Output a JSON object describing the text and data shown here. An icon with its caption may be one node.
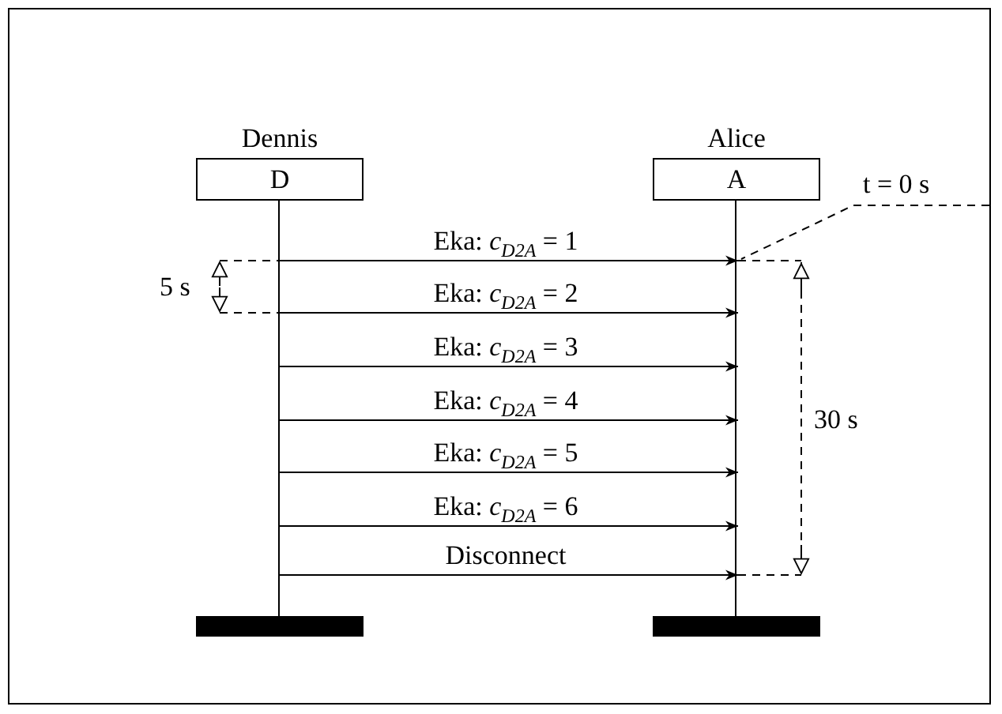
{
  "diagram": {
    "nodes": [
      {
        "text": [
          "Dennis",
          "D"
        ]
      },
      {
        "text": [
          "Alice",
          "A"
        ]
      },
      {
        "text": [
          "t = 0 s"
        ]
      }
    ],
    "edges": [
      {
        "from": 0,
        "to": 1,
        "arrow": "to",
        "label": "Eka: *c*$_{D2A}$ = 1"
      },
      {
        "from": 0,
        "to": 1,
        "arrow": "to",
        "label": "Eka: *c*$_{D2A}$ = 2"
      },
      {
        "from": 0,
        "to": 1,
        "arrow": "to",
        "label": "Eka: *c*$_{D2A}$ = 3"
      },
      {
        "from": 0,
        "to": 1,
        "arrow": "to",
        "label": "Eka: *c*$_{D2A}$ = 4"
      },
      {
        "from": 0,
        "to": 1,
        "arrow": "to",
        "label": "Eka: *c*$_{D2A}$ = 5"
      },
      {
        "from": 0,
        "to": 1,
        "arrow": "to",
        "label": "Eka: *c*$_{D2A}$ = 6"
      },
      {
        "from": 0,
        "to": 1,
        "arrow": "to",
        "label": "Disconnect"
      },
      {
        "from": 2,
        "to": 1,
        "arrow": "none",
        "style": "dashed"
      }
    ],
    "labels": [
      "5 s",
      "30 s"
    ]
  }
}
